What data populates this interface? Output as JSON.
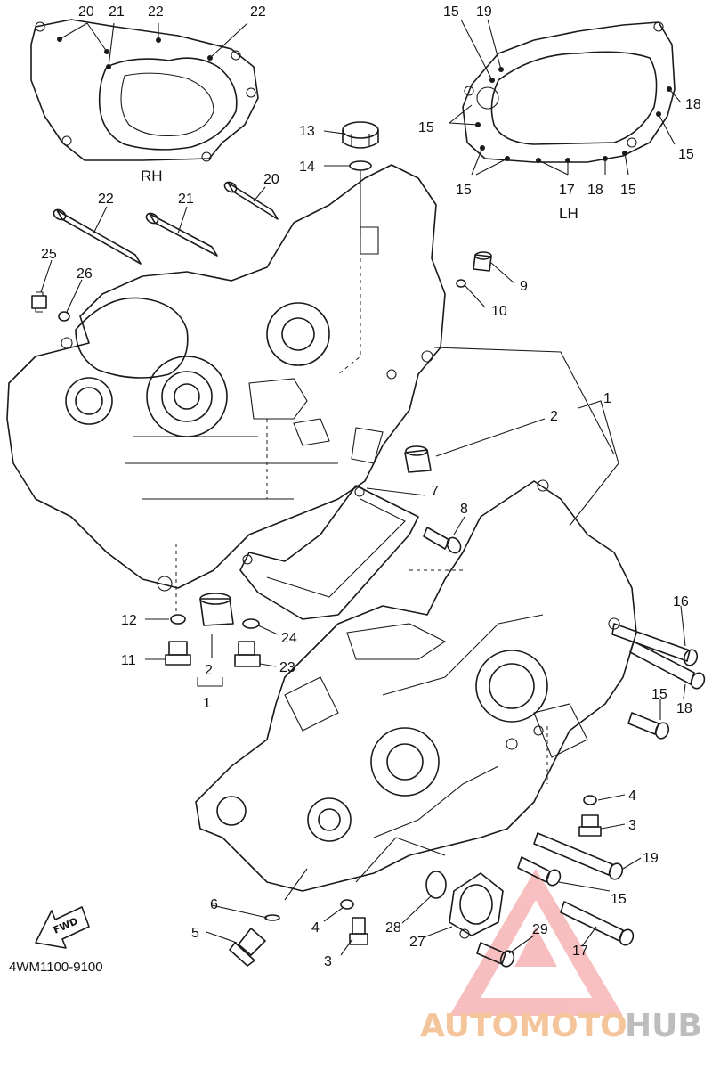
{
  "diagram": {
    "side_labels": {
      "rh": "RH",
      "lh": "LH"
    },
    "part_code": "4WM1100-9100",
    "fwd_label": "FWD",
    "callouts": {
      "rh_20": "20",
      "rh_21": "21",
      "rh_22a": "22",
      "rh_22b": "22",
      "lh_15a": "15",
      "lh_19": "19",
      "lh_15b": "15",
      "lh_18a": "18",
      "lh_15c": "15",
      "lh_15d": "15",
      "lh_17": "17",
      "lh_18b": "18",
      "lh_15e": "15",
      "p13": "13",
      "p14": "14",
      "p20": "20",
      "p22": "22",
      "p21": "21",
      "p25": "25",
      "p26": "26",
      "p9": "9",
      "p10": "10",
      "p1a": "1",
      "p2a": "2",
      "p7": "7",
      "p8": "8",
      "p16": "16",
      "p15a": "15",
      "p18": "18",
      "p12": "12",
      "p11": "11",
      "p24": "24",
      "p23": "23",
      "p2b": "2",
      "p1b": "1",
      "p4a": "4",
      "p3a": "3",
      "p19": "19",
      "p15b": "15",
      "p6": "6",
      "p5": "5",
      "p4b": "4",
      "p3b": "3",
      "p28": "28",
      "p27": "27",
      "p29": "29",
      "p17": "17"
    }
  },
  "watermark": {
    "part1": "AUTOMOTO",
    "part2": "HUB",
    "color_primary": "#f4c49a",
    "color_secondary": "#bdbdbd",
    "triangle_color": "#f08a8a"
  }
}
